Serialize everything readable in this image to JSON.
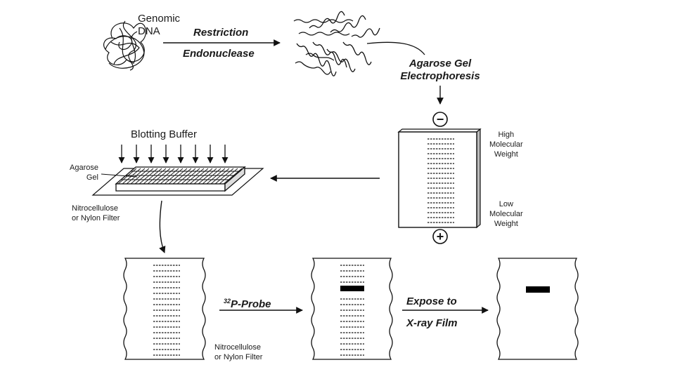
{
  "labels": {
    "genomic_dna": "Genomic\nDNA",
    "restriction": "Restriction",
    "endonuclease": "Endonuclease",
    "agarose_gel_electrophoresis": "Agarose Gel\nElectrophoresis",
    "minus_sign": "−",
    "plus_sign": "+",
    "high_mw": "High\nMolecular\nWeight",
    "low_mw": "Low\nMolecular\nWeight",
    "blotting_buffer": "Blotting Buffer",
    "agarose_gel": "Agarose\nGel",
    "filter_label_top": "Nitrocellulose\nor Nylon Filter",
    "filter_label_bottom": "Nitrocellulose\nor Nylon Filter",
    "probe_superscript": "32",
    "probe_text": "P-Probe",
    "expose_to": "Expose to",
    "xray_film": "X-ray Film"
  },
  "colors": {
    "ink": "#111111",
    "band": "#000000",
    "background": "#ffffff"
  }
}
